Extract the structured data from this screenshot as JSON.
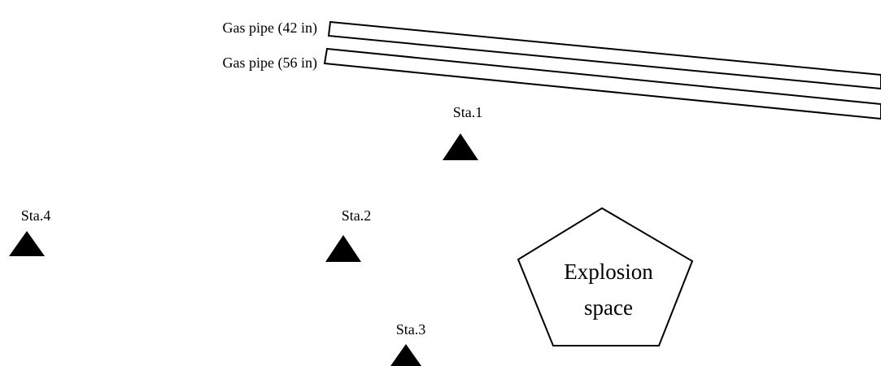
{
  "pipes": [
    {
      "label": "Gas pipe (42 in)"
    },
    {
      "label": "Gas pipe (56 in)"
    }
  ],
  "stations": [
    {
      "label": "Sta.1"
    },
    {
      "label": "Sta.2"
    },
    {
      "label": "Sta.3"
    },
    {
      "label": "Sta.4"
    }
  ],
  "explosion_space": {
    "line1": "Explosion",
    "line2": "space"
  },
  "colors": {
    "station_fill": "#000000",
    "outline": "#000000",
    "background": "#ffffff"
  }
}
